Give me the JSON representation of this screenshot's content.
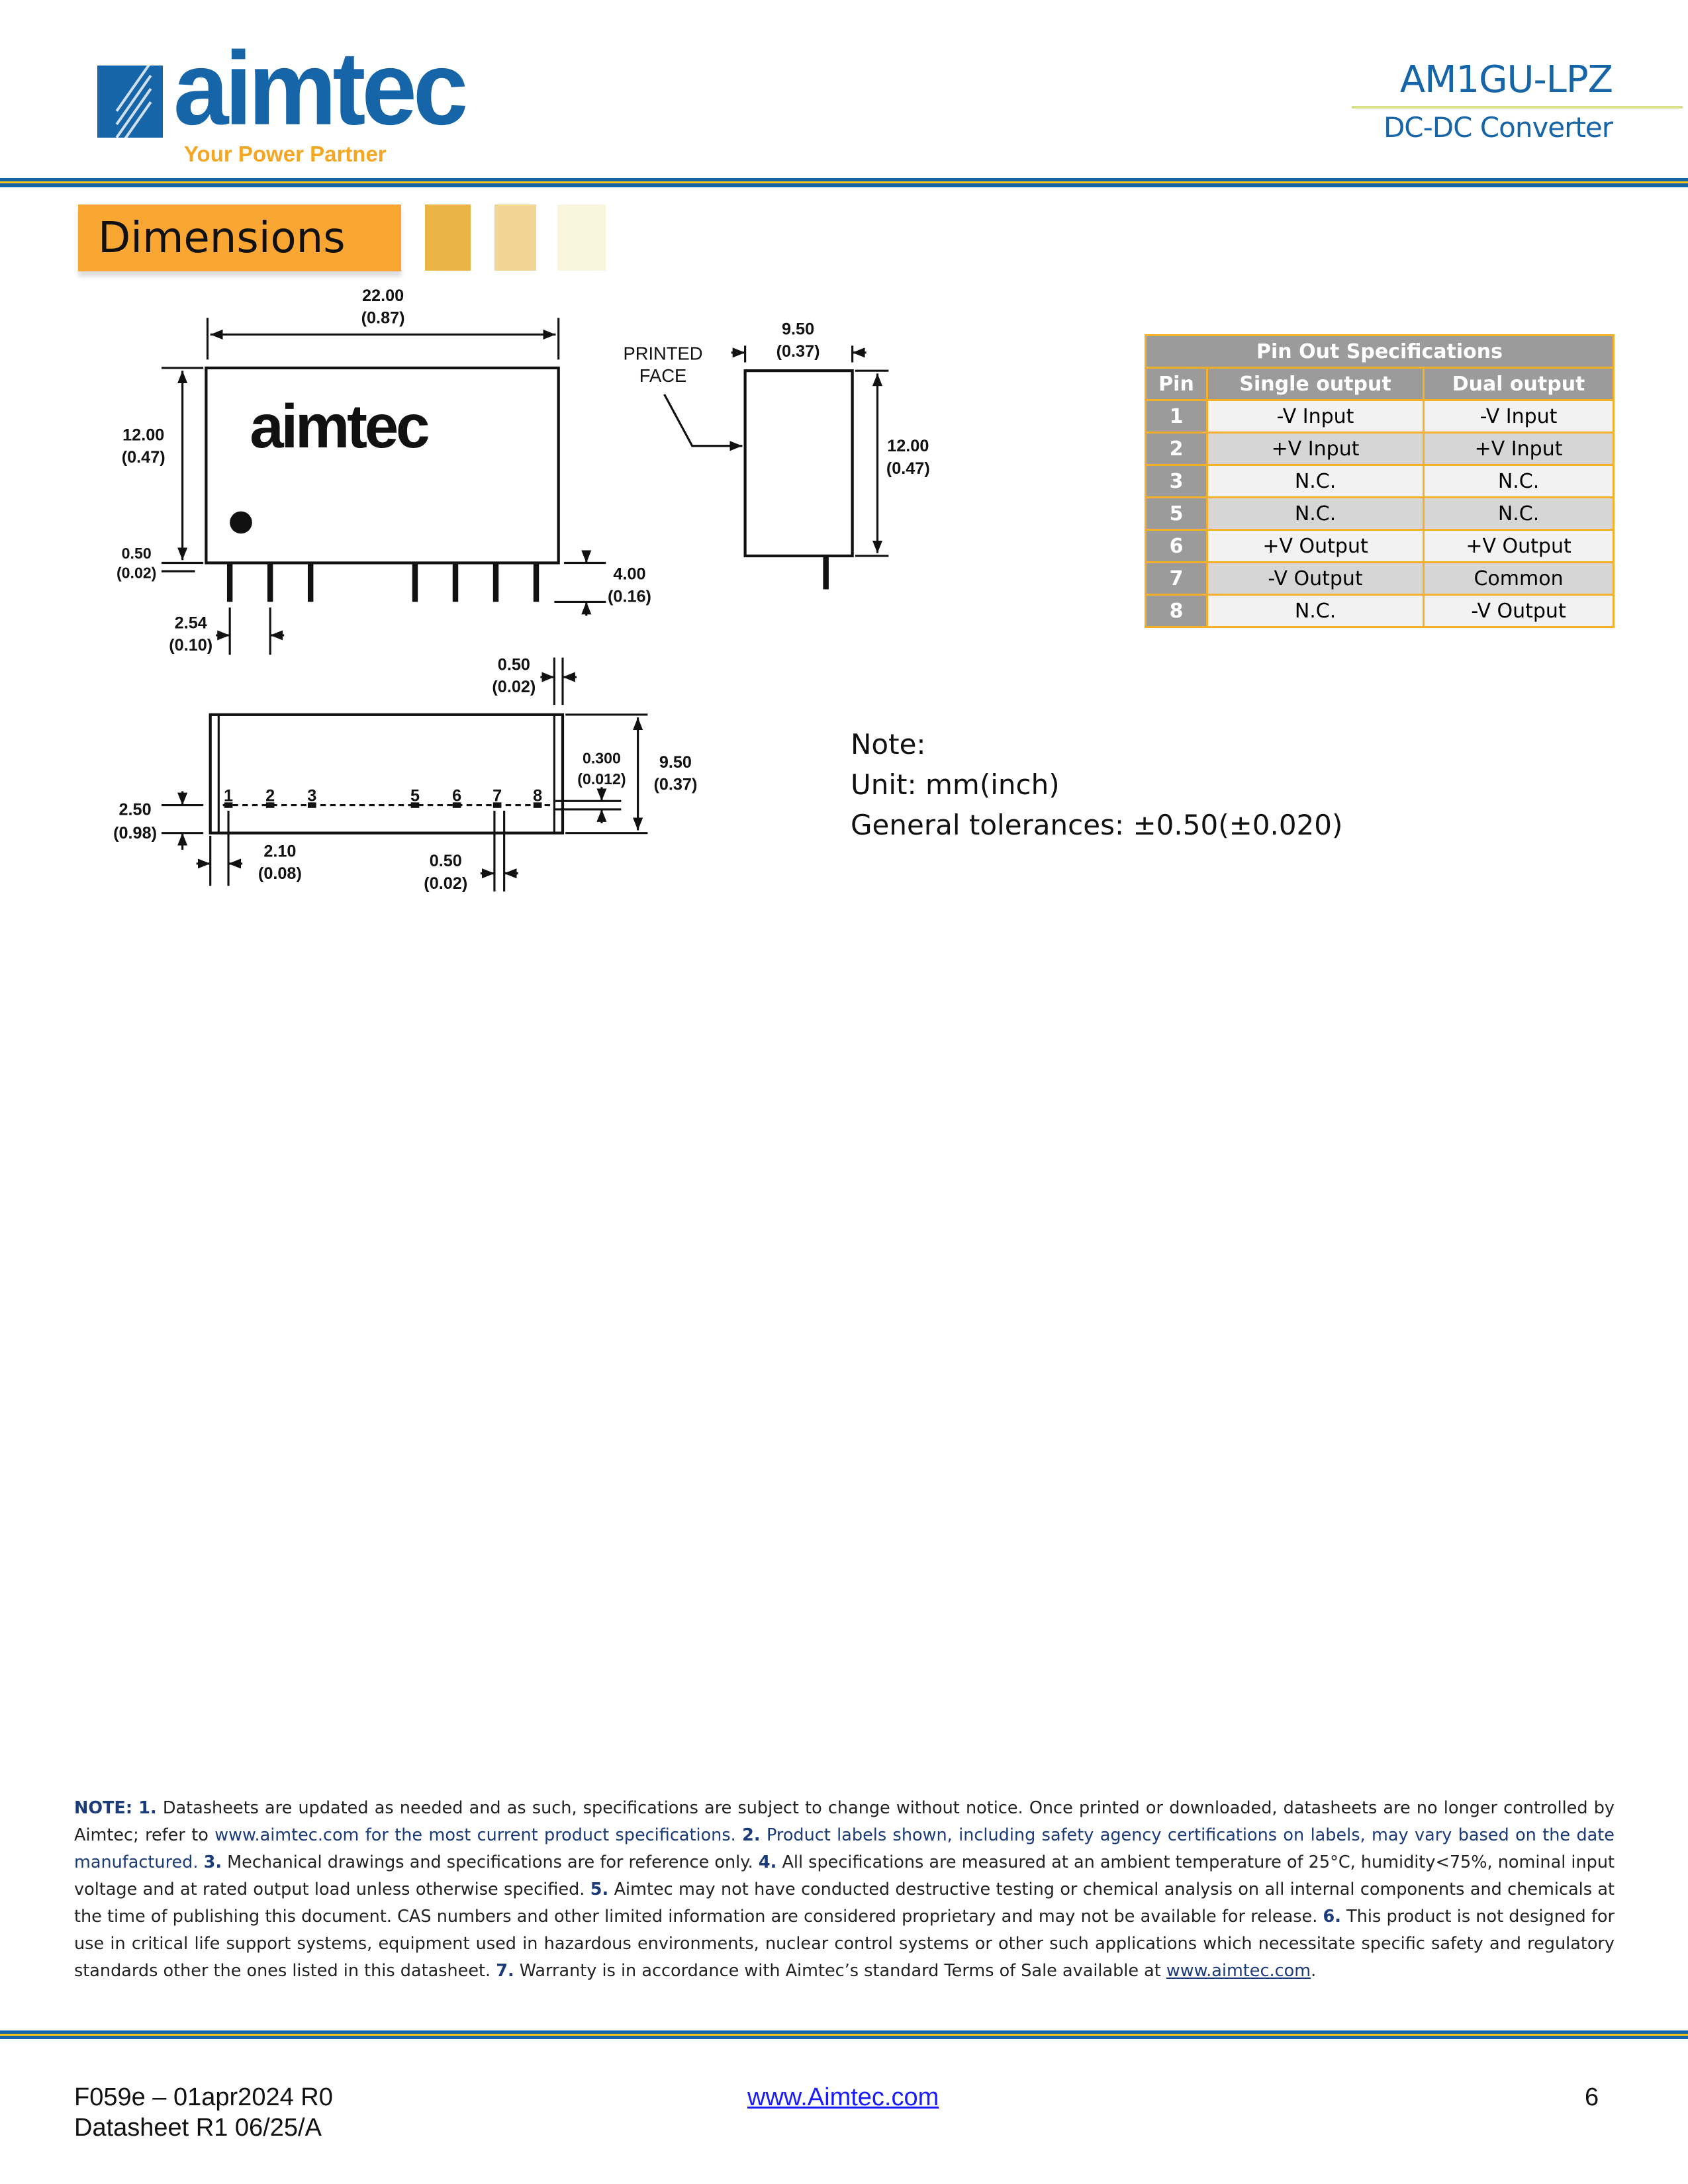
{
  "header": {
    "brand": "aimtec",
    "tagline": "Your Power Partner",
    "product": "AM1GU-LPZ",
    "subtitle": "DC-DC Converter"
  },
  "section": {
    "title": "Dimensions"
  },
  "drawing": {
    "width_mm": "22.00",
    "width_in": "(0.87)",
    "height_mm": "12.00",
    "height_in": "(0.47)",
    "standoff_mm": "0.50",
    "standoff_in": "(0.02)",
    "pin_len_mm": "4.00",
    "pin_len_in": "(0.16)",
    "pitch_mm": "2.54",
    "pitch_in": "(0.10)",
    "printed_face_1": "PRINTED",
    "printed_face_2": "FACE",
    "body_logo": "aimtec",
    "depth_mm": "9.50",
    "depth_in": "(0.37)",
    "side_height_mm": "12.00",
    "side_height_in": "(0.47)",
    "bottom_top_mm": "0.50",
    "bottom_top_in": "(0.02)",
    "pin_row_mm": "0.300",
    "pin_row_in": "(0.012)",
    "bottom_depth_mm": "9.50",
    "bottom_depth_in": "(0.37)",
    "row_offset_mm": "2.50",
    "row_offset_in": "(0.98)",
    "first_pin_mm": "2.10",
    "first_pin_in": "(0.08)",
    "pin_w_mm": "0.50",
    "pin_w_in": "(0.02)",
    "pin_numbers": [
      "1",
      "2",
      "3",
      "5",
      "6",
      "7",
      "8"
    ]
  },
  "pinout": {
    "title": "Pin Out Specifications",
    "headers": [
      "Pin",
      "Single output",
      "Dual output"
    ],
    "rows": [
      [
        "1",
        "-V Input",
        "-V Input"
      ],
      [
        "2",
        "+V Input",
        "+V Input"
      ],
      [
        "3",
        "N.C.",
        "N.C."
      ],
      [
        "5",
        "N.C.",
        "N.C."
      ],
      [
        "6",
        "+V Output",
        "+V Output"
      ],
      [
        "7",
        "-V Output",
        "Common"
      ],
      [
        "8",
        "N.C.",
        "-V Output"
      ]
    ]
  },
  "notes": {
    "label": "Note:",
    "unit": "Unit: mm(inch)",
    "tolerance": "General tolerances: ±0.50(±0.020)"
  },
  "footnotes": {
    "lead": "NOTE:",
    "n1": "1.",
    "t1a": " Datasheets are updated as needed and as such, specifications are subject to change without notice.  Once printed or downloaded, datasheets are no longer controlled by Aimtec; refer to ",
    "t1b": "www.aimtec.com for the most current product specifications.  ",
    "n2": "2.",
    "t2": " Product labels shown, including safety agency certifications on labels, may vary based on the date manufactured. ",
    "n3": "3.",
    "t3": " Mechanical drawings and specifications are for reference only. ",
    "n4": "4.",
    "t4": " All specifications are measured at an ambient temperature of 25°C, humidity<75%, nominal input voltage and at rated output load unless otherwise specified. ",
    "n5": "5.",
    "t5": " Aimtec may not have conducted destructive testing or chemical analysis on all internal components and chemicals at the time of publishing this document. CAS numbers and other limited information are considered proprietary and may not be available for release. ",
    "n6": "6.",
    "t6": " This product is not designed for use in critical life support systems, equipment used in hazardous environments, nuclear control systems or other such applications which necessitate specific safety and regulatory standards other the ones listed in this datasheet. ",
    "n7": "7.",
    "t7": " Warranty is in accordance with Aimtec’s standard Terms of Sale available at ",
    "link": "www.aimtec.com",
    "end": "."
  },
  "footer": {
    "form": "F059e – 01apr2024 R0",
    "datasheet": "Datasheet R1 06/25/A",
    "url": "www.Aimtec.com",
    "page": "6"
  }
}
